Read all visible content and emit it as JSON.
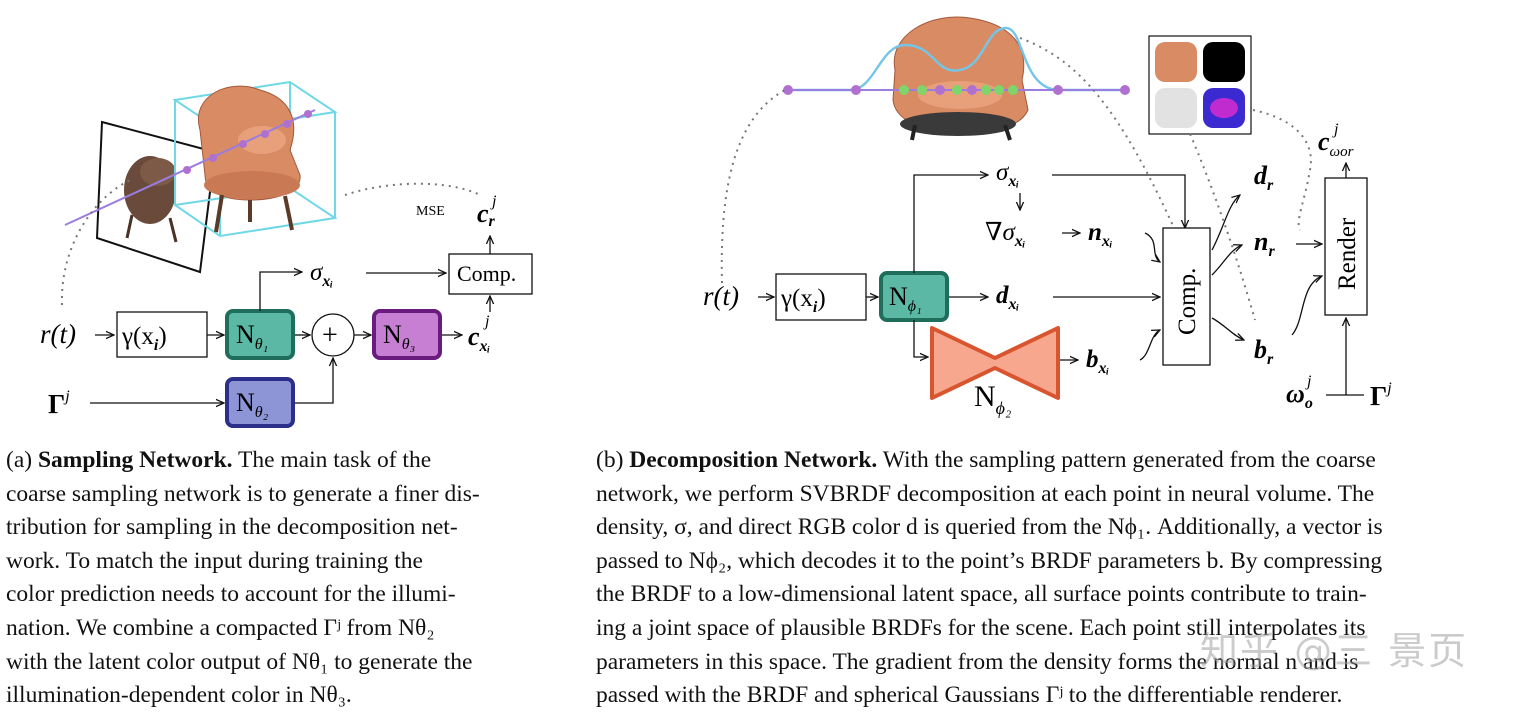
{
  "panel_a": {
    "labels": {
      "rt": "r(t)",
      "gamma": "γ(x",
      "gamma_sub": "i",
      "n_theta1": "N",
      "n_theta1_sub": "θ₁",
      "n_theta2": "N",
      "n_theta2_sub": "θ₂",
      "n_theta3": "N",
      "n_theta3_sub": "θ₃",
      "plus": "+",
      "sigma": "σ",
      "sigma_sub": "xᵢ",
      "comp": "Comp.",
      "c_r": "c",
      "c_r_sup": "j",
      "c_r_sub": "r",
      "c_xi": "c",
      "c_xi_sup": "j",
      "c_xi_sub": "xᵢ",
      "mse": "MSE",
      "gamma_j": "Γ",
      "gamma_j_sup": "j"
    }
  },
  "panel_b": {
    "labels": {
      "rt": "r(t)",
      "gamma": "γ(x",
      "gamma_sub": "i",
      "n_phi1": "N",
      "n_phi1_sub": "ϕ₁",
      "n_phi2": "N",
      "n_phi2_sub": "ϕ₂",
      "sigma": "σ",
      "sigma_sub": "xᵢ",
      "grad_sigma": "∇σ",
      "grad_sigma_sub": "xᵢ",
      "n_xi": "n",
      "n_xi_sub": "xᵢ",
      "d_xi": "d",
      "d_xi_sub": "xᵢ",
      "b_xi": "b",
      "b_xi_sub": "xᵢ",
      "comp": "Comp.",
      "d_r": "d",
      "d_r_sub": "r",
      "n_r": "n",
      "n_r_sub": "r",
      "b_r": "b",
      "b_r_sub": "r",
      "render": "Render",
      "c_omega": "c",
      "c_omega_sup": "j",
      "c_omega_sub": "ωor",
      "omega_o": "ω",
      "omega_o_sup": "j",
      "omega_o_sub": "o",
      "gamma_j": "Γ",
      "gamma_j_sup": "j"
    }
  },
  "captions": {
    "a": [
      [
        "(a) ",
        "Sampling Network.",
        "  The main task of the"
      ],
      [
        "coarse sampling network is to generate a finer dis-"
      ],
      [
        "tribution for sampling in the decomposition net-"
      ],
      [
        "work.   To match the input during training the"
      ],
      [
        "color prediction needs to account for the illumi-"
      ],
      [
        "nation.  We combine a compacted Γʲ from Nθ₂"
      ],
      [
        "with the latent color output of Nθ₁ to generate the"
      ],
      [
        "illumination-dependent color in Nθ₃."
      ]
    ],
    "b": [
      [
        "(b) ",
        "Decomposition Network.",
        " With the sampling pattern generated from the coarse"
      ],
      [
        "network, we perform SVBRDF decomposition at each point in neural volume. The"
      ],
      [
        "density, σ, and direct RGB color d is queried from the Nϕ₁. Additionally, a vector is"
      ],
      [
        "passed to Nϕ₂, which decodes it to the point’s BRDF parameters b. By compressing"
      ],
      [
        "the BRDF to a low-dimensional latent space, all surface points contribute to train-"
      ],
      [
        "ing a joint space of plausible BRDFs for the scene. Each point still interpolates its"
      ],
      [
        "parameters in this space. The gradient from the density forms the normal n and is"
      ],
      [
        "passed with the BRDF and spherical Gaussians Γʲ to the differentiable renderer."
      ]
    ]
  },
  "watermark": "知乎 @三 景页",
  "colors": {
    "teal": "#5bb8a5",
    "teal_border": "#1f6e5c",
    "blue": "#8d95d6",
    "blue_border": "#2b2f8a",
    "purple": "#c77fd3",
    "purple_border": "#6a1b7e",
    "salmon": "#f6a78e",
    "salmon_border": "#d8552f",
    "chair": "#d98b63",
    "cyan": "#6fd8e6",
    "ray": "#9a7de0",
    "dot_purple": "#b070d0",
    "dot_green": "#7fd46a"
  }
}
